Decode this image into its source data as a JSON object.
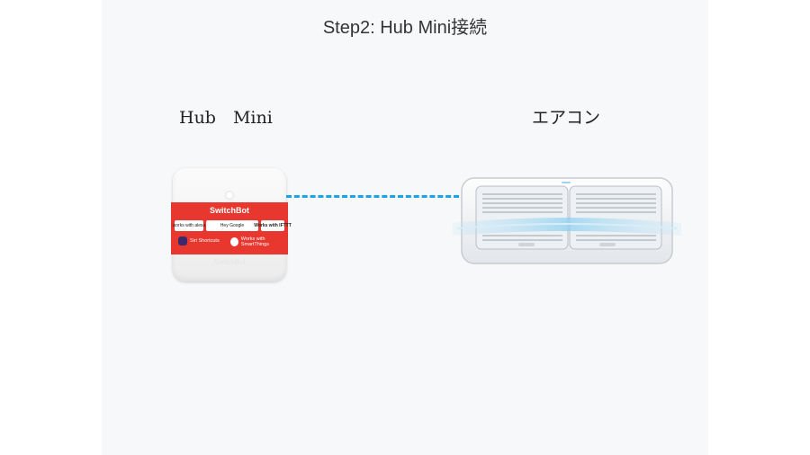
{
  "title": "Step2: Hub Mini接続",
  "labels": {
    "hub": "Hub　Mini",
    "ac": "エアコン"
  },
  "hub_device": {
    "brand": "SwitchBot",
    "badges": [
      "works with alexa",
      "Hey Google",
      "Works with IFTTT"
    ],
    "row2_left": "Siri Shortcuts",
    "row2_right": "Works with SmartThings",
    "foot": "SwitchBot",
    "band_color": "#e8372e"
  },
  "connector_color": "#1aa3e8"
}
